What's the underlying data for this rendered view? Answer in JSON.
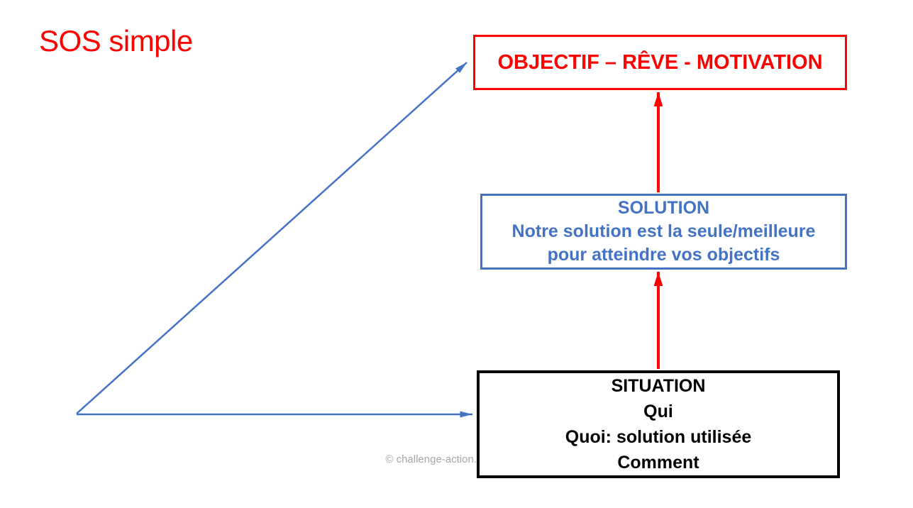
{
  "title": "SOS simple",
  "watermark": "© challenge-action.",
  "colors": {
    "accent_red": "#FF0000",
    "accent_blue": "#4472C4",
    "box_black": "#000000",
    "watermark_gray": "#A6A6A6",
    "background": "#FFFFFF"
  },
  "boxes": {
    "objectif": {
      "label": "OBJECTIF – RÊVE - MOTIVATION"
    },
    "solution": {
      "lines": [
        "SOLUTION",
        "Notre solution est la seule/meilleure",
        "pour atteindre vos objectifs"
      ]
    },
    "situation": {
      "lines": [
        "SITUATION",
        "Qui",
        "Quoi: solution utilisée",
        "Comment"
      ]
    }
  },
  "arrows": [
    {
      "name": "blue-diagonal",
      "from": "origin-point",
      "to": "objectif-box",
      "color": "#4472C4"
    },
    {
      "name": "blue-horizontal",
      "from": "origin-point",
      "to": "situation-box",
      "color": "#4472C4"
    },
    {
      "name": "red-situation-to-solution",
      "from": "situation-box",
      "to": "solution-box",
      "color": "#FF0000"
    },
    {
      "name": "red-solution-to-objectif",
      "from": "solution-box",
      "to": "objectif-box",
      "color": "#FF0000"
    }
  ]
}
